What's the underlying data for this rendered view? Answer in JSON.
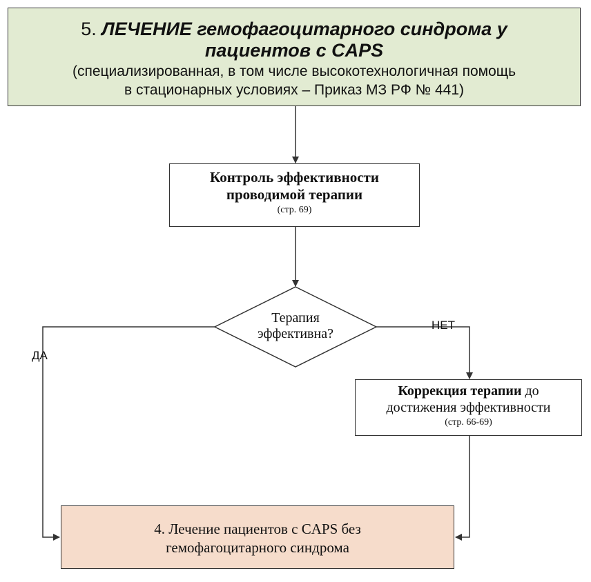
{
  "top_box": {
    "number": "5.",
    "title_line1": "ЛЕЧЕНИЕ гемофагоцитарного синдрома у",
    "title_line2": "пациентов с CAPS",
    "subtitle_line1": "(специализированная, в том числе высокотехнологичная помощь",
    "subtitle_line2": "в стационарных условиях – Приказ МЗ РФ № 441)"
  },
  "control_box": {
    "title_line1": "Контроль эффективности",
    "title_line2": "проводимой терапии",
    "page_ref": "(стр. 69)"
  },
  "decision": {
    "line1": "Терапия",
    "line2": "эффективна?"
  },
  "branches": {
    "yes": "ДА",
    "no": "НЕТ"
  },
  "correction_box": {
    "title_bold": "Коррекция терапии",
    "title_rest": " до",
    "title_line2": "достижения эффективности",
    "page_ref": "(стр. 66-69)"
  },
  "bottom_box": {
    "line1": "4. Лечение пациентов с CAPS без",
    "line2": "гемофагоцитарного синдрома"
  },
  "colors": {
    "top_box_fill": "#e2ebd2",
    "bottom_box_fill": "#f6dccb",
    "line": "#333333"
  }
}
